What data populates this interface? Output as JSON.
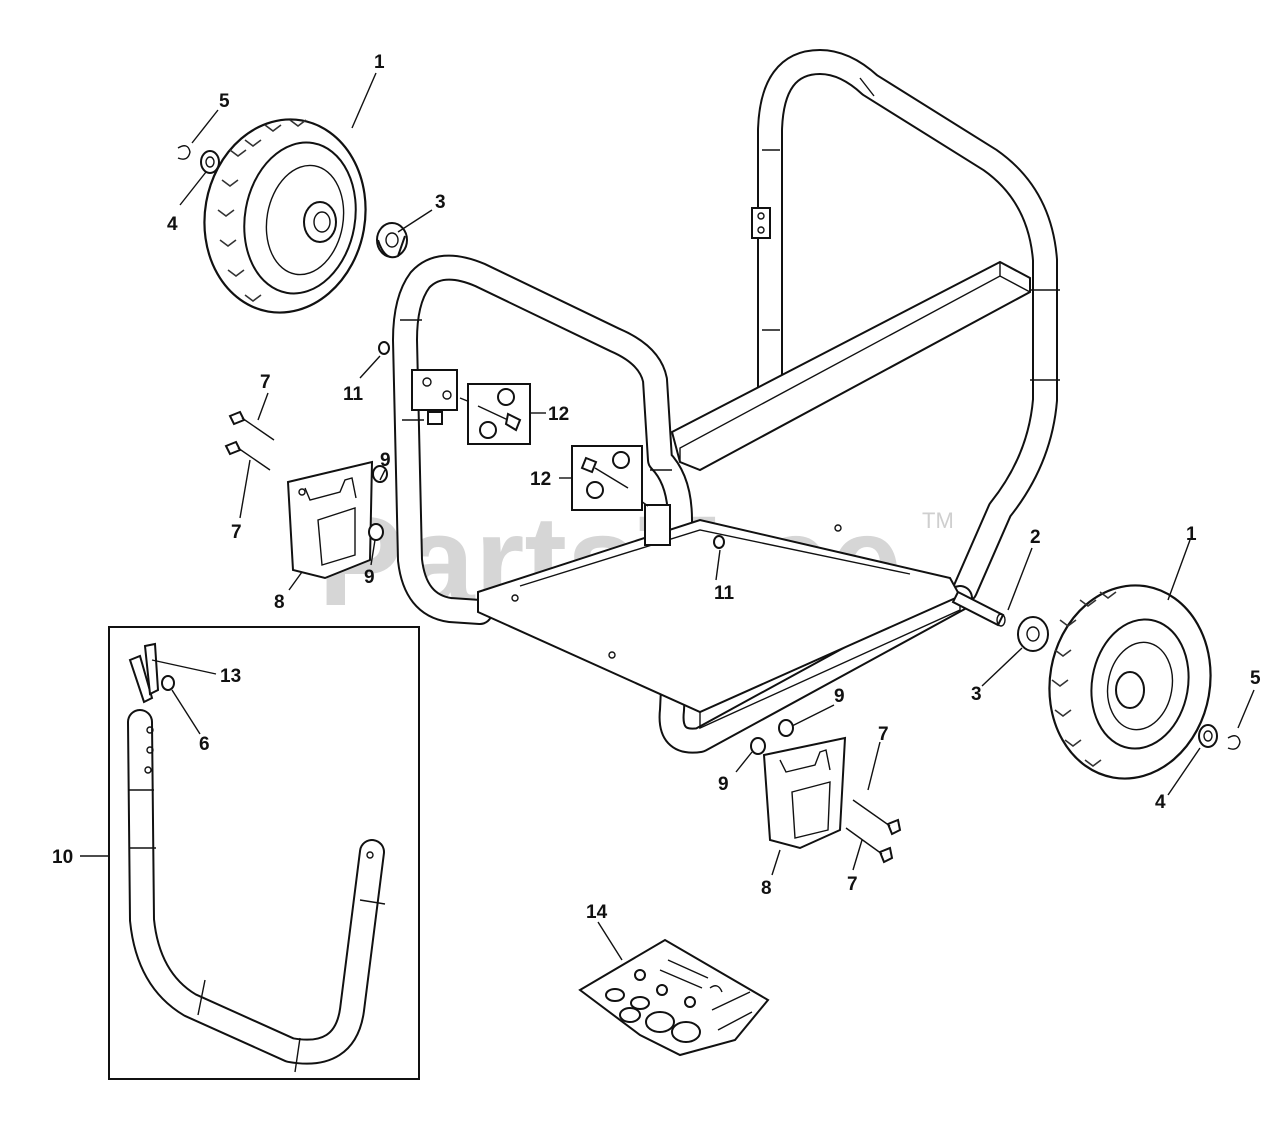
{
  "watermark": {
    "text": "PartsTree",
    "trademark": "TM"
  },
  "callouts": [
    {
      "id": "c1a",
      "text": "1"
    },
    {
      "id": "c1b",
      "text": "1"
    },
    {
      "id": "c2",
      "text": "2"
    },
    {
      "id": "c3a",
      "text": "3"
    },
    {
      "id": "c3b",
      "text": "3"
    },
    {
      "id": "c4a",
      "text": "4"
    },
    {
      "id": "c4b",
      "text": "4"
    },
    {
      "id": "c5a",
      "text": "5"
    },
    {
      "id": "c5b",
      "text": "5"
    },
    {
      "id": "c6",
      "text": "6"
    },
    {
      "id": "c7a",
      "text": "7"
    },
    {
      "id": "c7b",
      "text": "7"
    },
    {
      "id": "c7c",
      "text": "7"
    },
    {
      "id": "c7d",
      "text": "7"
    },
    {
      "id": "c8a",
      "text": "8"
    },
    {
      "id": "c8b",
      "text": "8"
    },
    {
      "id": "c9a",
      "text": "9"
    },
    {
      "id": "c9b",
      "text": "9"
    },
    {
      "id": "c9c",
      "text": "9"
    },
    {
      "id": "c9d",
      "text": "9"
    },
    {
      "id": "c10",
      "text": "10"
    },
    {
      "id": "c11a",
      "text": "11"
    },
    {
      "id": "c11b",
      "text": "11"
    },
    {
      "id": "c12a",
      "text": "12"
    },
    {
      "id": "c12b",
      "text": "12"
    },
    {
      "id": "c13",
      "text": "13"
    },
    {
      "id": "c14",
      "text": "14"
    }
  ]
}
